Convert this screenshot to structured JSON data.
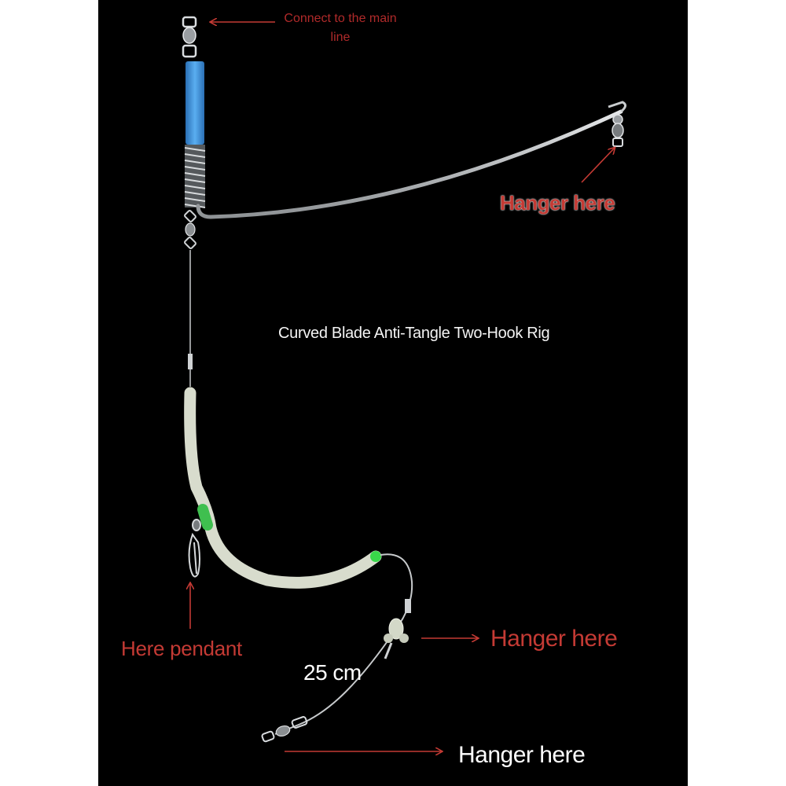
{
  "labels": {
    "connect_main_line": "Connect to the main line",
    "hanger_top": "Hanger here",
    "title": "Curved Blade Anti-Tangle Two-Hook Rig",
    "here_pendant": "Here pendant",
    "length": "25 cm",
    "hanger_middle": "Hanger here",
    "hanger_bottom": "Hanger here"
  },
  "colors": {
    "background": "#000000",
    "page": "#ffffff",
    "accent_red": "#c43a34",
    "sleeve_blue": "#3a8ed6",
    "bead_green": "#39d84a",
    "tube_glow": "#d8dccd",
    "wire_silver": "#bfc3c6"
  },
  "icons": {
    "top_swivel": "barrel-swivel-icon",
    "snap": "snap-swivel-icon",
    "bead": "bead-icon",
    "arrows": "arrow-icon"
  }
}
